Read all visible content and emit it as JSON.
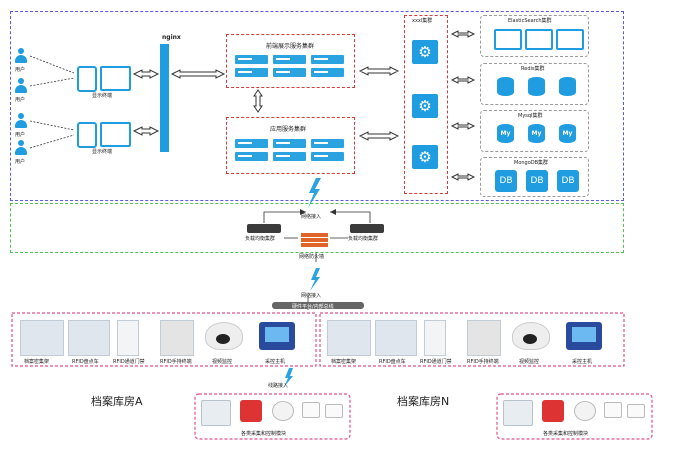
{
  "users": {
    "label": "用户"
  },
  "terminal": {
    "label": "显示终端"
  },
  "nginx": {
    "label": "nginx"
  },
  "frontend_cluster": {
    "label": "前端展示服务集群"
  },
  "app_cluster": {
    "label": "应用服务集群"
  },
  "xxxl_cluster": {
    "label": "xxxl集群"
  },
  "es_cluster": {
    "label": "ElasticSearch集群"
  },
  "redis_cluster": {
    "label": "Redis集群"
  },
  "mysql_cluster": {
    "label": "Mysql集群"
  },
  "mongodb_cluster": {
    "label": "MongoDB集群"
  },
  "mysql_icon_text": "My",
  "db_icon_text": "DB",
  "network_access": {
    "label": "网络接入"
  },
  "load_balancer": {
    "label": "负载均衡集群"
  },
  "firewall": {
    "label": "网络防火墙"
  },
  "hardware_bus": {
    "label": "硬件平台/内部总线"
  },
  "devices": [
    {
      "label": "档案密集架"
    },
    {
      "label": "RFID盘点车"
    },
    {
      "label": "RFID通道门禁"
    },
    {
      "label": "RFID手持终端"
    },
    {
      "label": "视频监控"
    },
    {
      "label": "采控主机"
    }
  ],
  "wireless_access": {
    "label": "线路接入"
  },
  "control_module": {
    "label": "各类采集和控制模块"
  },
  "room_a": {
    "label": "档案库房A"
  },
  "room_n": {
    "label": "档案库房N"
  },
  "colors": {
    "blue_box": "#5a5ae0",
    "green_box": "#4ec24e",
    "red_box": "#d23c3c",
    "accent": "#1f9de0"
  }
}
